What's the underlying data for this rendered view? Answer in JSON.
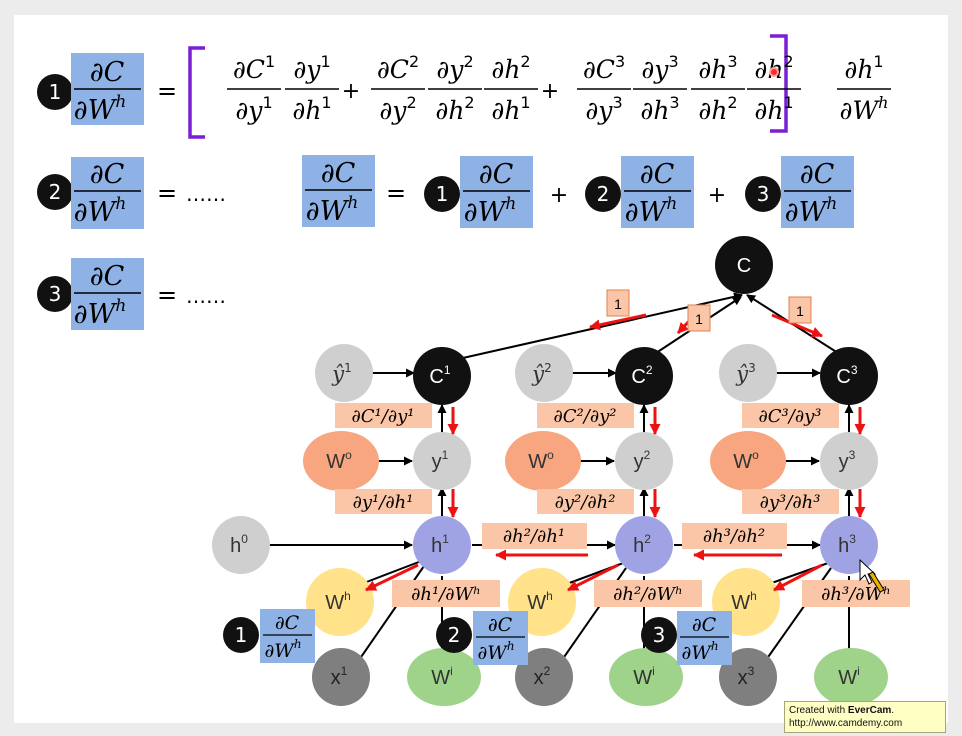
{
  "equations": {
    "num_dC": "∂C",
    "den_dWh": "∂W",
    "sup_h": "h",
    "equals": "=",
    "plus": "+",
    "ellipsis": "……",
    "badges": [
      "1",
      "2",
      "3"
    ],
    "terms": {
      "t1": [
        {
          "n": "∂C",
          "ns": "1",
          "d": "∂y",
          "ds": "1"
        },
        {
          "n": "∂y",
          "ns": "1",
          "d": "∂h",
          "ds": "1"
        }
      ],
      "t2": [
        {
          "n": "∂C",
          "ns": "2",
          "d": "∂y",
          "ds": "2"
        },
        {
          "n": "∂y",
          "ns": "2",
          "d": "∂h",
          "ds": "2"
        },
        {
          "n": "∂h",
          "ns": "2",
          "d": "∂h",
          "ds": "1"
        }
      ],
      "t3": [
        {
          "n": "∂C",
          "ns": "3",
          "d": "∂y",
          "ds": "3"
        },
        {
          "n": "∂y",
          "ns": "3",
          "d": "∂h",
          "ds": "3"
        },
        {
          "n": "∂h",
          "ns": "3",
          "d": "∂h",
          "ds": "2"
        },
        {
          "n": "∂h",
          "ns": "2",
          "d": "∂h",
          "ds": "1"
        }
      ],
      "outer": {
        "n": "∂h",
        "ns": "1",
        "d": "∂W",
        "ds": "h"
      }
    }
  },
  "graph": {
    "nodes": {
      "C": "C",
      "C_sub": [
        "C",
        "1",
        "2",
        "3"
      ],
      "yhat": [
        "ŷ",
        "1",
        "2",
        "3"
      ],
      "y": [
        "y",
        "1",
        "2",
        "3"
      ],
      "Wo": [
        "W",
        "o"
      ],
      "h": [
        "h",
        "0",
        "1",
        "2",
        "3"
      ],
      "Wh": [
        "W",
        "h"
      ],
      "x": [
        "x",
        "1",
        "2",
        "3"
      ],
      "Wi": [
        "W",
        "i"
      ]
    },
    "top_weights": [
      "1",
      "1",
      "1"
    ],
    "labels": {
      "dC1dy1": "∂C¹/∂y¹",
      "dC2dy2": "∂C²/∂y²",
      "dC3dy3": "∂C³/∂y³",
      "dy1dh1": "∂y¹/∂h¹",
      "dy2dh2": "∂y²/∂h²",
      "dy3dh3": "∂y³/∂h³",
      "dh2dh1": "∂h²/∂h¹",
      "dh3dh2": "∂h³/∂h²",
      "dh1dWh": "∂h¹/∂Wʰ",
      "dh2dWh": "∂h²/∂Wʰ",
      "dh3dWh": "∂h³/∂Wʰ"
    }
  },
  "footer": {
    "line1_prefix": "Created with ",
    "line1_brand": "EverCam",
    "line1_suffix": ".",
    "line2": "http://www.camdemy.com"
  },
  "colors": {
    "badge": "#111111",
    "highlight_blue": "#8fb2e6",
    "node_black": "#111111",
    "node_gray": "#cfcfcf",
    "node_orange": "#f7a680",
    "node_purple": "#9fa3e4",
    "node_yellow": "#ffe28a",
    "node_green": "#9fd38a",
    "node_dark": "#7f7f7f",
    "label_fill": "#fbc6a8",
    "arrow_red": "#ee1111",
    "bracket": "#7a1fd6"
  }
}
